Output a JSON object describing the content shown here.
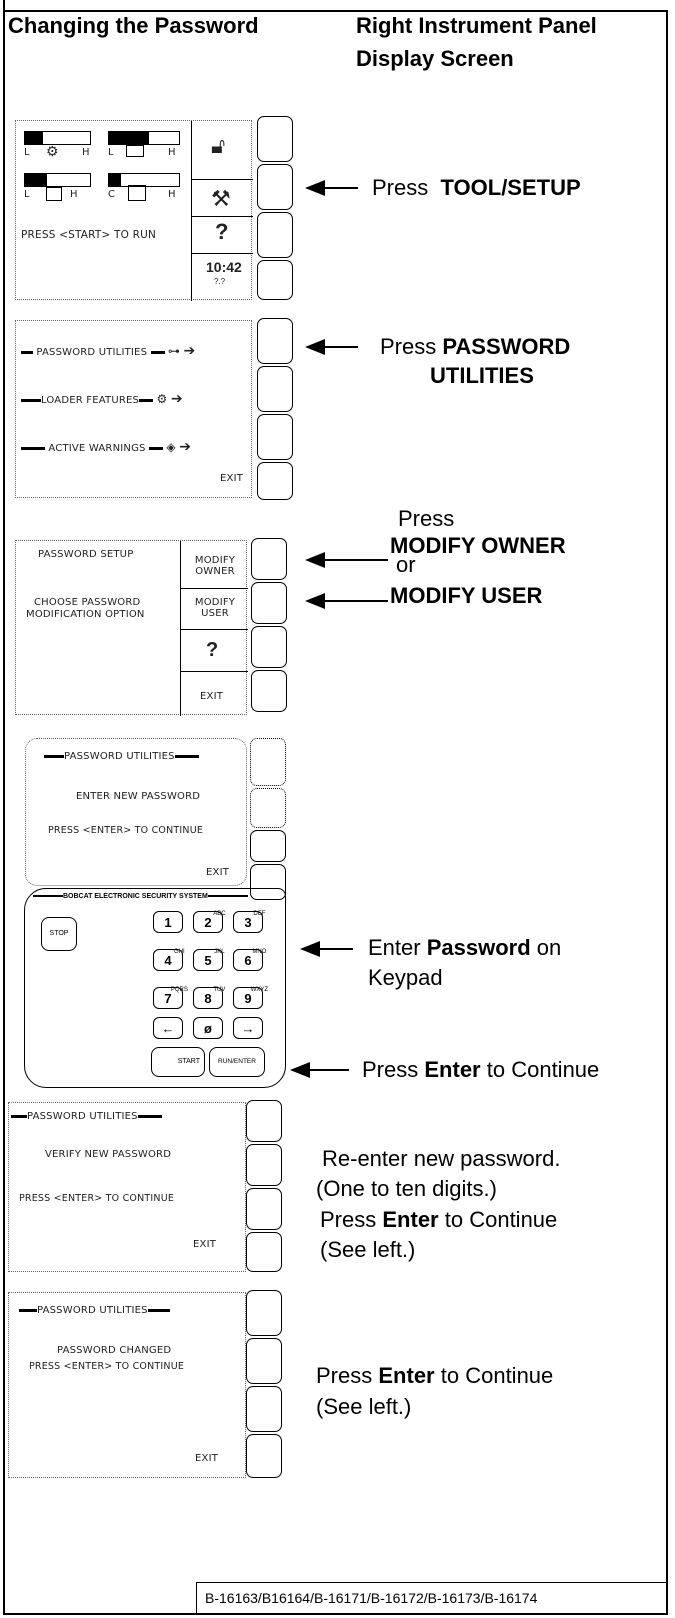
{
  "header": {
    "left_title": "Changing the Password",
    "right_title_line1": "Right Instrument Panel",
    "right_title_line2": "Display Screen"
  },
  "screen1": {
    "gauge_labels": {
      "l1": "L",
      "h1": "H",
      "l2": "L",
      "h2": "H",
      "l3": "L",
      "h3": "H",
      "c4": "C",
      "h4": "H"
    },
    "message": "PRESS <START> TO RUN",
    "help": "?",
    "time": "10:42",
    "time_sub": "?.?",
    "instruction_prefix": "Press",
    "instruction_bold": "TOOL/SETUP"
  },
  "screen2": {
    "items": [
      "PASSWORD UTILITIES",
      "LOADER FEATURES",
      "ACTIVE WARNINGS"
    ],
    "exit": "EXIT",
    "instruction_prefix": "Press",
    "instruction_bold_1": "PASSWORD",
    "instruction_bold_2": "UTILITIES"
  },
  "screen3": {
    "title": "PASSWORD SETUP",
    "line1": "CHOOSE PASSWORD",
    "line2": "MODIFICATION OPTION",
    "opt1_line1": "MODIFY",
    "opt1_line2": "OWNER",
    "opt2_line1": "MODIFY",
    "opt2_line2": "USER",
    "help": "?",
    "exit": "EXIT",
    "instruction_press": "Press",
    "instruction_owner": "MODIFY OWNER",
    "instruction_or": "or",
    "instruction_user": "MODIFY USER"
  },
  "screen4": {
    "title": "PASSWORD UTILITIES",
    "line1": "ENTER NEW PASSWORD",
    "line2": "PRESS <ENTER> TO CONTINUE",
    "exit": "EXIT"
  },
  "keypad": {
    "title": "BOBCAT ELECTRONIC SECURITY SYSTEM",
    "stop": "STOP",
    "keys": [
      {
        "num": "1",
        "sub": ""
      },
      {
        "num": "2",
        "sub": "ABC"
      },
      {
        "num": "3",
        "sub": "DEF"
      },
      {
        "num": "4",
        "sub": "GHI"
      },
      {
        "num": "5",
        "sub": "JKL"
      },
      {
        "num": "6",
        "sub": "MNO"
      },
      {
        "num": "7",
        "sub": "PQRS"
      },
      {
        "num": "8",
        "sub": "TUV"
      },
      {
        "num": "9",
        "sub": "WXYZ"
      }
    ],
    "left": "←",
    "zero": "ø",
    "right": "→",
    "start": "START",
    "run_enter": "RUN/ENTER",
    "instruction_enter": "Enter",
    "instruction_bold": "Password",
    "instruction_on": "on",
    "instruction_line2": "Keypad",
    "instruction2_press": "Press",
    "instruction2_bold": "Enter",
    "instruction2_rest": "to Continue"
  },
  "screen5": {
    "title": "PASSWORD UTILITIES",
    "line1": "VERIFY NEW PASSWORD",
    "line2": "PRESS <ENTER> TO CONTINUE",
    "exit": "EXIT",
    "text1": "Re-enter new password.",
    "text2": "(One to ten digits.)",
    "text3_press": "Press",
    "text3_bold": "Enter",
    "text3_rest": "to Continue",
    "text4": "(See left.)"
  },
  "screen6": {
    "title": "PASSWORD UTILITIES",
    "line1": "PASSWORD CHANGED",
    "line2": "PRESS <ENTER> TO CONTINUE",
    "exit": "EXIT",
    "text1_press": "Press",
    "text1_bold": "Enter",
    "text1_rest": "to Continue",
    "text2": "(See left.)"
  },
  "footer": {
    "codes": "B-16163/B16164/B-16171/B-16172/B-16173/B-16174"
  }
}
